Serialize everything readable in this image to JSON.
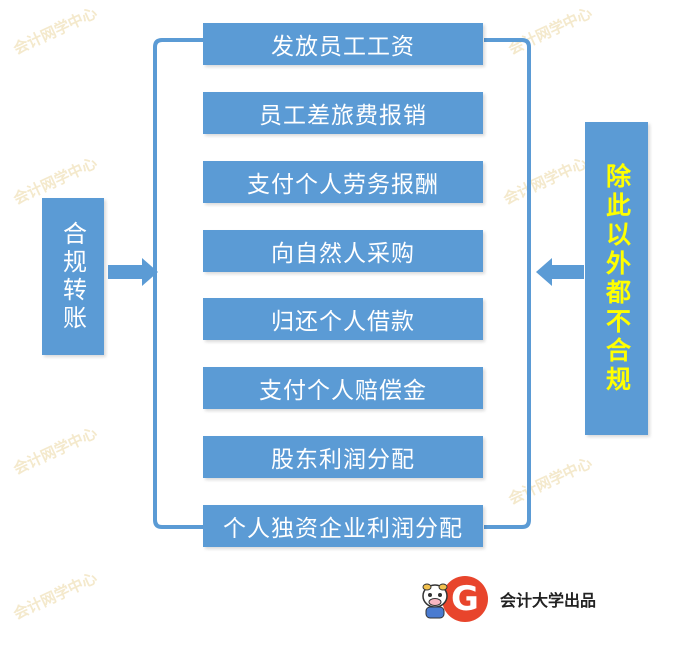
{
  "left_box": {
    "text": "合规转账"
  },
  "right_box": {
    "text": "除此以外都不合规"
  },
  "items": [
    "发放员工工资",
    "员工差旅费报销",
    "支付个人劳务报酬",
    "向自然人采购",
    "归还个人借款",
    "支付个人赔偿金",
    "股东利润分配",
    "个人独资企业利润分配"
  ],
  "footer": {
    "brand": "会计大学出品",
    "logo_letter": "G"
  },
  "watermark": "会计网学中心",
  "colors": {
    "box": "#5b9bd5",
    "right_text": "#ffff00",
    "logo": "#e8452c"
  }
}
